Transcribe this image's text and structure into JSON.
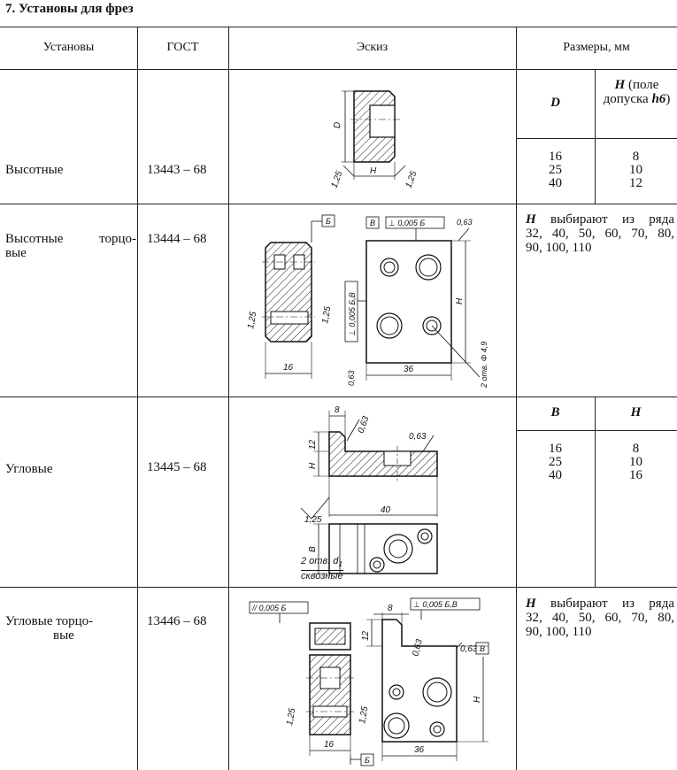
{
  "title": "7. Установы для фрез",
  "headers": {
    "col1": "Установы",
    "col2": "ГОСТ",
    "col3": "Эскиз",
    "col4": "Размеры, мм"
  },
  "rows": [
    {
      "name": "Высотные",
      "gost": "13443 – 68",
      "sub_header": {
        "col_a": "D",
        "col_b_sym": "H",
        "col_b_rest": " (поле допуска ",
        "col_b_tol": "h6",
        "col_b_end": ")"
      },
      "col_a_values": [
        "16",
        "25",
        "40"
      ],
      "col_b_values": [
        "8",
        "10",
        "12"
      ],
      "sketch_labels": {
        "d": "D",
        "h": "H",
        "r1": "1,25",
        "r2": "1,25"
      }
    },
    {
      "name_line1": "Высотные торцо-",
      "name_line2": "вые",
      "gost": "13444 – 68",
      "note_sym": "H",
      "note_line1": " выбирают из ряда",
      "note_line2": "32, 40, 50, 60, 70, 80,",
      "note_line3": "90, 100, 110",
      "sketch_labels": {
        "b": "Б",
        "v": "В",
        "tol1": "⊥ 0,005 Б",
        "r063a": "0,63",
        "r125a": "1,25",
        "r125b": "1,25",
        "tol2": "⊥ 0,005 Б,В",
        "h": "H",
        "hole": "2 отв. Φ 4,9",
        "w16": "16",
        "w36": "36",
        "r063b": "0,63"
      }
    },
    {
      "name": "Угловые",
      "gost": "13445 – 68",
      "sub_header": {
        "col_a": "B",
        "col_b": "H"
      },
      "col_a_values": [
        "16",
        "25",
        "40"
      ],
      "col_b_values": [
        "8",
        "10",
        "16"
      ],
      "sketch_labels": {
        "d8": "8",
        "d12": "12",
        "r063a": "0,63",
        "r063b": "0,63",
        "h": "H",
        "r125": "1,25",
        "w40": "40",
        "b": "B",
        "holes1": "2 отв. d",
        "holes_sub": "1",
        "holes2": "сквозные"
      }
    },
    {
      "name_line1": "Угловые торцо-",
      "name_line2": "вые",
      "gost": "13446 – 68",
      "note_sym": "H",
      "note_line1": " выбирают из ряда",
      "note_line2": "32, 40, 50, 60, 70, 80,",
      "note_line3": "90, 100, 110",
      "sketch_labels": {
        "par": "// 0,005 Б",
        "d8": "8",
        "perp": "⊥ 0,005 Б,В",
        "d12": "12",
        "r063a": "0,63",
        "r063b": "0,63",
        "v": "В",
        "h": "H",
        "r125a": "1,25",
        "r125b": "1,25",
        "w16": "16",
        "w36": "36",
        "b": "Б"
      }
    }
  ]
}
